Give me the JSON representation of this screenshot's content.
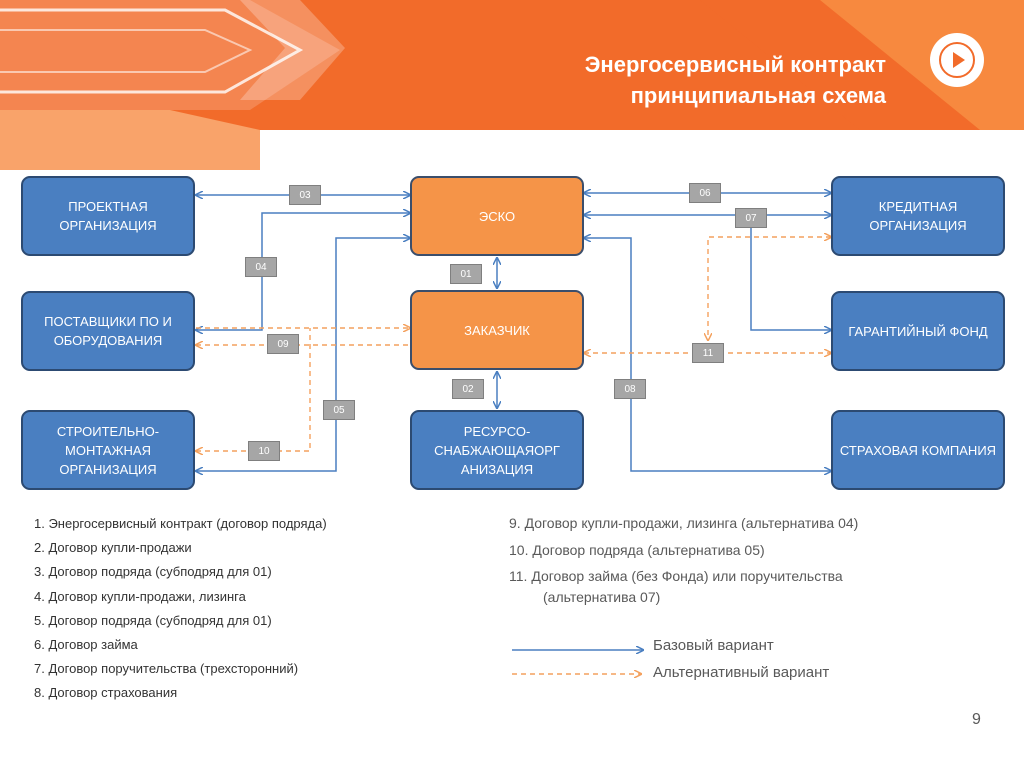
{
  "slide": {
    "title_line1": "Энергосервисный контракт",
    "title_line2": "принципиальная схема",
    "page_number": "9"
  },
  "colors": {
    "banner_orange": "#f26b2a",
    "banner_light": "#f9a36a",
    "node_blue": "#4a7fc1",
    "node_orange": "#f59448",
    "line_blue": "#4a7fc1",
    "line_dashed": "#f4a15e"
  },
  "nodes": {
    "project_org": "ПРОЕКТНАЯ ОРГАНИЗАЦИЯ",
    "suppliers": "ПОСТАВЩИКИ ПО И ОБОРУДОВАНИЯ",
    "construction": "СТРОИТЕЛЬНО-МОНТАЖНАЯ ОРГАНИЗАЦИЯ",
    "esco": "ЭСКО",
    "customer": "ЗАКАЗЧИК",
    "resource_supply": "РЕСУРСО-СНАБЖАЮЩАЯОРГ АНИЗАЦИЯ",
    "credit_org": "КРЕДИТНАЯ ОРГАНИЗАЦИЯ",
    "guarantee_fund": "ГАРАНТИЙНЫЙ ФОНД",
    "insurance": "СТРАХОВАЯ КОМПАНИЯ"
  },
  "badges": {
    "b01": "01",
    "b02": "02",
    "b03": "03",
    "b04": "04",
    "b05": "05",
    "b06": "06",
    "b07": "07",
    "b08": "08",
    "b09": "09",
    "b10": "10",
    "b11": "11"
  },
  "legend": {
    "contracts_left": [
      "1. Энергосервисный контракт (договор подряда)",
      "2. Договор купли-продажи",
      "3. Договор подряда (субподряд для 01)",
      "4. Договор купли-продажи, лизинга",
      "5. Договор подряда (субподряд для 01)",
      "6. Договор займа",
      "7. Договор поручительства (трехсторонний)",
      "8. Договор страхования"
    ],
    "contracts_right": [
      "9. Договор купли-продажи, лизинга (альтернатива 04)",
      "10. Договор подряда (альтернатива 05)",
      "11. Договор займа (без Фонда) или поручительства",
      "(альтернатива 07)"
    ],
    "base_variant": "Базовый вариант",
    "alt_variant": "Альтернативный вариант"
  }
}
